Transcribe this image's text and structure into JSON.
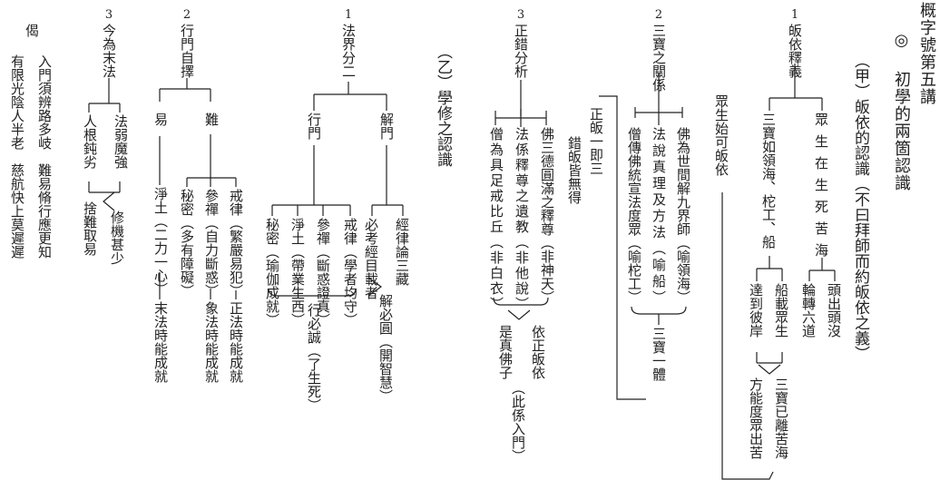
{
  "title": "概字號第五講",
  "subtitle": "◎ 初學的兩箇認識",
  "section_a": {
    "heading": "（甲）皈依的認識（不曰拜師而約皈依之義）",
    "part1": {
      "number": "1",
      "title": "皈依釋義",
      "left_branch": "眾生在生死苦海",
      "left_sub1": "頭出頭沒",
      "left_sub2": "輪轉六道",
      "right_branch": "三寶如領海、柁工、船",
      "right_sub1": "船載眾生",
      "right_sub2": "達到彼岸",
      "result1": "三寶已離苦海",
      "result2": "方能度眾出苦",
      "outer": "眾生始可皈依"
    },
    "part2": {
      "number": "2",
      "title": "三寶之關係",
      "item1": "佛為世間解九界師（喻領海）",
      "item2": "法說真理及方法（喻船）",
      "item3": "僧傳佛統宣法度眾（喻柁工）",
      "result": "三寶一體",
      "outer1": "正皈一即三",
      "outer2": "錯皈皆無得"
    },
    "part3": {
      "number": "3",
      "title": "正錯分析",
      "item1": "佛三德圓滿之釋尊（非神天）",
      "item2": "法係釋尊之遺教（非他說）",
      "item3": "僧為具足戒比丘（非白衣）",
      "result1": "依正皈依",
      "result1_note": "（此係入門）",
      "result2": "是真佛子"
    }
  },
  "section_b": {
    "heading": "（乙）學修之認識",
    "part1": {
      "number": "1",
      "title": "法界分二",
      "right": "解門",
      "right_item1": "經律論三藏",
      "right_item2": "必考經目載者",
      "right_result": "解必圓（開智慧）",
      "left": "行門",
      "left_item1": "戒律（學者均守）",
      "left_item2": "參禪（斷惑證真）",
      "left_item3": "淨土（帶業生西）",
      "left_item4": "秘密（瑜伽成就）",
      "left_result": "行必誠（了生死）"
    },
    "part2": {
      "number": "2",
      "title": "行門自擇",
      "hard": "難",
      "hard_item1": "戒律（繁嚴易犯）",
      "hard_item1_note": "正法時能成就",
      "hard_item2": "參禪（自力斷惑）",
      "hard_item2_note": "象法時能成就",
      "hard_item3": "秘密（多有障礙）",
      "easy": "易",
      "easy_item": "淨土（二力一心）",
      "easy_item_note": "末法時能成就"
    },
    "part3": {
      "number": "3",
      "title": "今為末法",
      "line1": "法弱魔強",
      "line2": "人根鈍劣",
      "result1": "修機甚少",
      "result2": "捨難取易"
    }
  },
  "verse": {
    "label": "偈",
    "line1": "入門須辨路多岐　難易脩行應更知",
    "line2": "有限光陰人半老　慈航快上莫遲遲"
  }
}
